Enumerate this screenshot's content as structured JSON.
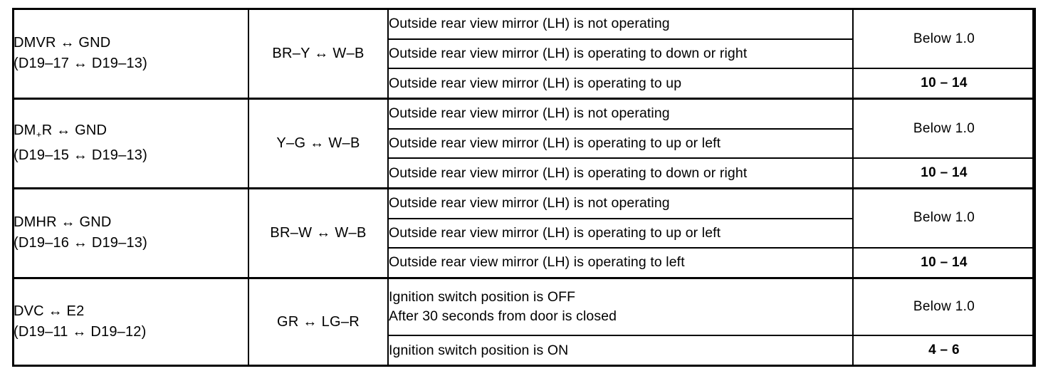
{
  "table": {
    "groups": [
      {
        "terminal_name": "DMVR ↔ GND",
        "terminal_pins": "(D19–17 ↔ D19–13)",
        "wire": "BR–Y ↔ W–B",
        "rows": [
          {
            "condition": "Outside rear view mirror (LH) is not operating"
          },
          {
            "condition": "Outside rear view mirror (LH) is operating to down or right"
          },
          {
            "condition": "Outside rear view mirror (LH) is operating to up"
          }
        ],
        "value_merged": "Below 1.0",
        "value_last": "10 – 14"
      },
      {
        "terminal_name_prefix": "DM",
        "terminal_name_sub": "+",
        "terminal_name_suffix": "R ↔ GND",
        "terminal_pins": "(D19–15 ↔ D19–13)",
        "wire": "Y–G ↔ W–B",
        "rows": [
          {
            "condition": "Outside rear view mirror (LH) is not operating"
          },
          {
            "condition": "Outside rear view mirror (LH) is operating to up or left"
          },
          {
            "condition": "Outside rear view mirror (LH) is operating to down or right"
          }
        ],
        "value_merged": "Below 1.0",
        "value_last": "10 – 14"
      },
      {
        "terminal_name": "DMHR ↔ GND",
        "terminal_pins": "(D19–16 ↔ D19–13)",
        "wire": "BR–W ↔ W–B",
        "rows": [
          {
            "condition": "Outside rear view mirror (LH) is not operating"
          },
          {
            "condition": "Outside rear view mirror (LH) is operating to up or left"
          },
          {
            "condition": "Outside rear view mirror (LH) is operating to left"
          }
        ],
        "value_merged": "Below 1.0",
        "value_last": "10 – 14"
      },
      {
        "terminal_name": "DVC ↔ E2",
        "terminal_pins": "(D19–11 ↔ D19–12)",
        "wire": "GR ↔ LG–R",
        "rows": [
          {
            "condition_line1": "Ignition switch position is OFF",
            "condition_line2": "After 30 seconds from door is closed"
          },
          {
            "condition": "Ignition switch position is ON"
          }
        ],
        "value_merged": "Below 1.0",
        "value_last": "4 – 6"
      }
    ]
  }
}
